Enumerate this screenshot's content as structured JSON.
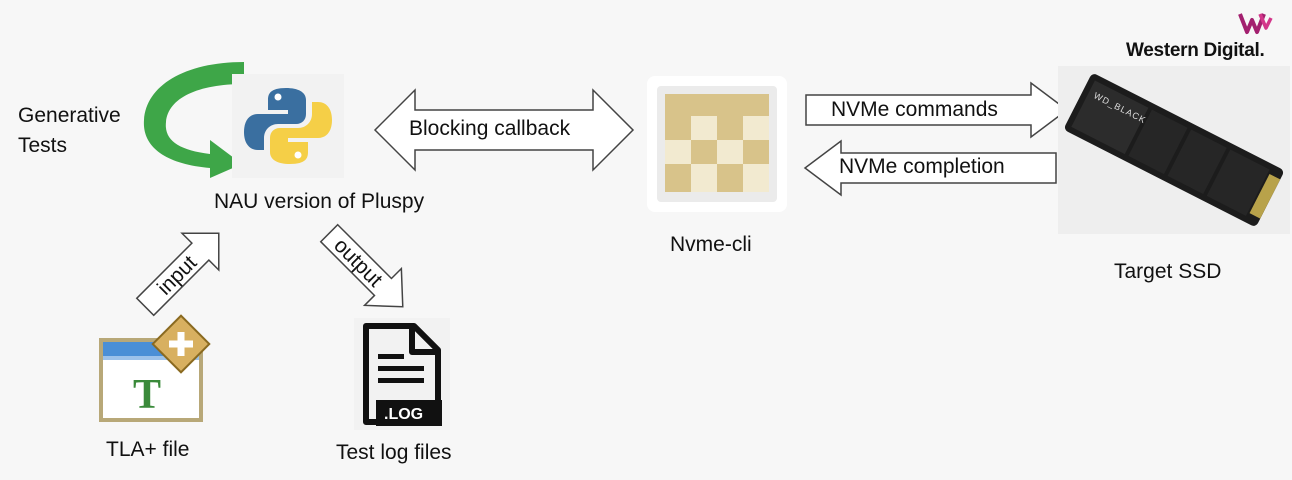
{
  "labels": {
    "generative_tests": "Generative\nTests",
    "pluspy": "NAU version of Pluspy",
    "blocking_callback": "Blocking callback",
    "nvme_cli": "Nvme-cli",
    "nvme_commands": "NVMe commands",
    "nvme_completion": "NVMe completion",
    "target_ssd": "Target SSD",
    "input": "input",
    "output": "output",
    "tla_file": "TLA+ file",
    "test_log_files": "Test log files",
    "log_badge": ".LOG",
    "tla_letter": "T",
    "ssd_brand": "WD_BLACK"
  },
  "logo": {
    "company": "Western Digital."
  },
  "colors": {
    "green_arrow": "#3ea648",
    "python_blue": "#3a6fa0",
    "python_yellow": "#f5cf47",
    "nvme_tan": "#d8c38a",
    "logo_magenta": "#a3206f"
  },
  "icons": {
    "python": "python-logo-icon",
    "nvme": "nvme-checkerboard-icon",
    "ssd": "ssd-drive-icon",
    "tla": "tla-file-icon",
    "log": "log-file-icon"
  }
}
